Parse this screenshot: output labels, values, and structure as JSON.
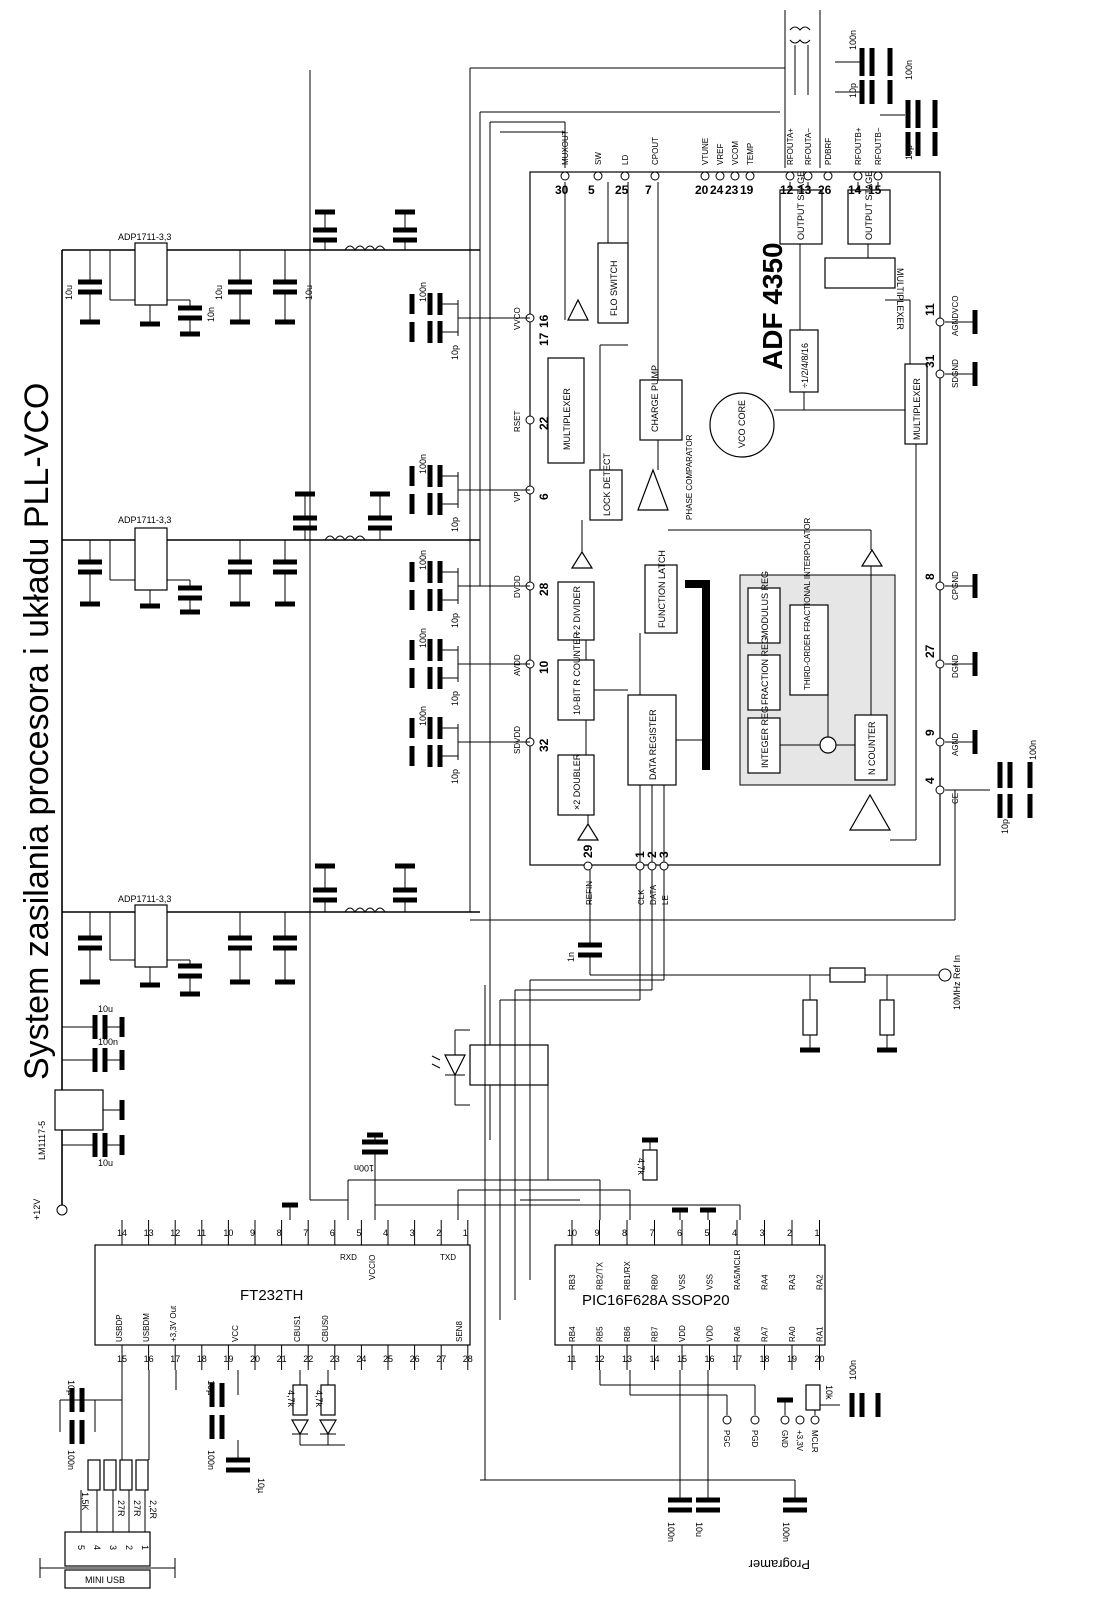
{
  "title": "System zasilania procesora i układu  PLL-VCO",
  "supply": {
    "input_label": "+12V",
    "regulator_main": "LM1117-5",
    "regulators": [
      "ADP1711-3,3",
      "ADP1711-3,3",
      "ADP1711-3,3"
    ],
    "cap_values": [
      "10u",
      "10u",
      "10u",
      "100n",
      "10n",
      "10p",
      "1n",
      "100n",
      "10p"
    ]
  },
  "adf4350": {
    "name": "ADF 4350",
    "top_pins": [
      {
        "num": "30",
        "name": "MUXOUT"
      },
      {
        "num": "5",
        "name": "SW"
      },
      {
        "num": "25",
        "name": "LD"
      },
      {
        "num": "7",
        "name": "CPOUT"
      },
      {
        "num": "20",
        "name": "VTUNE"
      },
      {
        "num": "24",
        "name": "VREF"
      },
      {
        "num": "23",
        "name": "VCOM"
      },
      {
        "num": "19",
        "name": "TEMP"
      },
      {
        "num": "12",
        "name": "RFOUTA+"
      },
      {
        "num": "13",
        "name": "RFOUTA−"
      },
      {
        "num": "26",
        "name": "PDBRF"
      },
      {
        "num": "14",
        "name": "RFOUTB+"
      },
      {
        "num": "15",
        "name": "RFOUTB−"
      }
    ],
    "left_pins": [
      {
        "num": "16",
        "name": "VVCO"
      },
      {
        "num": "17",
        "name": ""
      },
      {
        "num": "22",
        "name": "RSET"
      },
      {
        "num": "6",
        "name": "VP"
      },
      {
        "num": "28",
        "name": "DVDD"
      },
      {
        "num": "10",
        "name": "AVDD"
      },
      {
        "num": "32",
        "name": "SDVDD"
      }
    ],
    "right_pins": [
      {
        "num": "11",
        "name": "AGNDVCO"
      },
      {
        "num": "31",
        "name": "SDGND"
      },
      {
        "num": "8",
        "name": "CPGND"
      },
      {
        "num": "27",
        "name": "DGND"
      },
      {
        "num": "9",
        "name": "AGND"
      },
      {
        "num": "4",
        "name": "CE"
      }
    ],
    "bottom_pins": [
      {
        "num": "29",
        "name": "REFIN"
      },
      {
        "num": "1",
        "name": "CLK"
      },
      {
        "num": "2",
        "name": "DATA"
      },
      {
        "num": "3",
        "name": "LE"
      }
    ],
    "blocks": {
      "output_stage": "OUTPUT STAGE",
      "multiplexer": "MULTIPLEXER",
      "fl_switch": "FLO SWITCH",
      "charge_pump": "CHARGE PUMP",
      "div_out": "÷1/2/4/8/16",
      "vco_core": "VCO CORE",
      "lock_detect": "LOCK DETECT",
      "phase_comp": "PHASE COMPARATOR",
      "div2": "÷2 DIVIDER",
      "r_counter": "10-BIT R COUNTER",
      "doubler": "×2 DOUBLER",
      "function_latch": "FUNCTION LATCH",
      "data_register": "DATA REGISTER",
      "modulus_reg": "MODULUS REG",
      "fraction_reg": "FRACTION REG",
      "integer_reg": "INTEGER REG",
      "interpolator": "THIRD-ORDER FRACTIONAL INTERPOLATOR",
      "n_counter": "N COUNTER"
    }
  },
  "ref_input": "10MHz Ref In",
  "ft232": {
    "name": "FT232TH",
    "top_pins": [
      "14",
      "13",
      "12",
      "11",
      "10",
      "9",
      "8",
      "7",
      "6",
      "5",
      "4",
      "3",
      "2",
      "1"
    ],
    "bottom_pins": [
      "15",
      "16",
      "17",
      "18",
      "19",
      "20",
      "21",
      "22",
      "23",
      "24",
      "25",
      "26",
      "27",
      "28"
    ],
    "signals": [
      "USBDP",
      "USBDM",
      "+3,3V Out",
      "VCC",
      "CBUS1",
      "CBUS0",
      "SEN8",
      "RXD",
      "VCCIO",
      "TXD"
    ],
    "resistors": [
      "1,5K",
      "27R",
      "27R",
      "2,2R",
      "4,7k",
      "4,7k"
    ],
    "caps": [
      "10µ",
      "100n",
      "10µ",
      "100n",
      "10µ",
      "100n"
    ]
  },
  "pic": {
    "name": "PIC16F628A    SSOP20",
    "top_pins": [
      "10",
      "9",
      "8",
      "7",
      "6",
      "5",
      "4",
      "3",
      "2",
      "1"
    ],
    "top_names": [
      "RB3",
      "RB2/TX",
      "RB1/RX",
      "RB0",
      "VSS",
      "VSS",
      "RA5/MCLR",
      "RA4",
      "RA3",
      "RA2"
    ],
    "bottom_pins": [
      "11",
      "12",
      "13",
      "14",
      "15",
      "16",
      "17",
      "18",
      "19",
      "20"
    ],
    "bottom_names": [
      "RB4",
      "RB5",
      "RB6",
      "RB7",
      "VDD",
      "VDD",
      "RA6",
      "RA7",
      "RA0",
      "RA1"
    ],
    "pullup": "4,7k",
    "mclr_res": "10k",
    "caps": [
      "100n",
      "10u",
      "100n"
    ]
  },
  "programmer": {
    "label": "Programer",
    "pins": [
      "PGC",
      "PGD",
      "GND",
      "+3,3V",
      "MCLR"
    ]
  },
  "usb": {
    "label": "MINI USB",
    "pins": [
      "1",
      "2",
      "3",
      "4",
      "5"
    ]
  }
}
